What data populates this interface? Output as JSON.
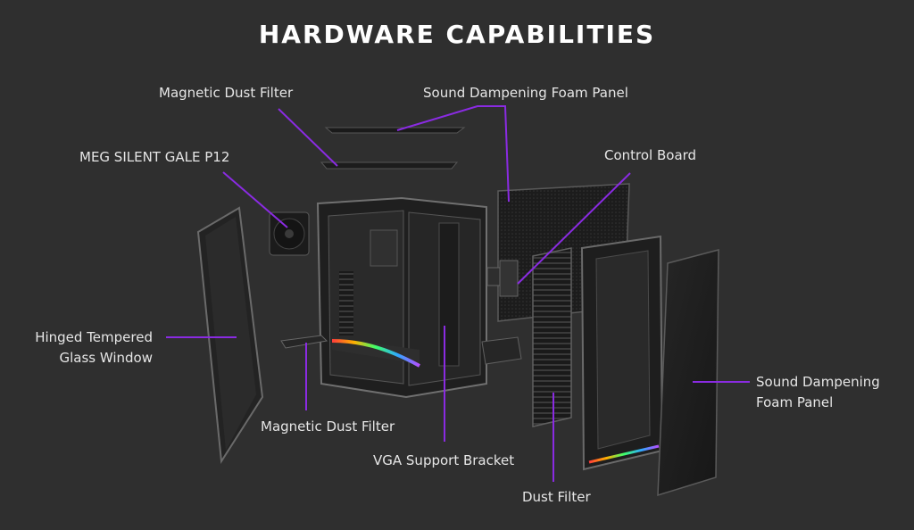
{
  "title": "HARDWARE CAPABILITIES",
  "colors": {
    "leader_line": "#8a2be2",
    "background": "#2f2f2f",
    "text": "#e6e6e6"
  },
  "callouts": {
    "top_dust_filter": "Magnetic Dust Filter",
    "top_foam_panel": "Sound Dampening Foam Panel",
    "fan": "MEG SILENT GALE P12",
    "control_board": "Control Board",
    "glass_window_line1": "Hinged Tempered",
    "glass_window_line2": "Glass Window",
    "bottom_dust_filter": "Magnetic Dust Filter",
    "vga_bracket": "VGA Support Bracket",
    "front_dust_filter": "Dust Filter",
    "side_foam_line1": "Sound Dampening",
    "side_foam_line2": "Foam Panel"
  }
}
